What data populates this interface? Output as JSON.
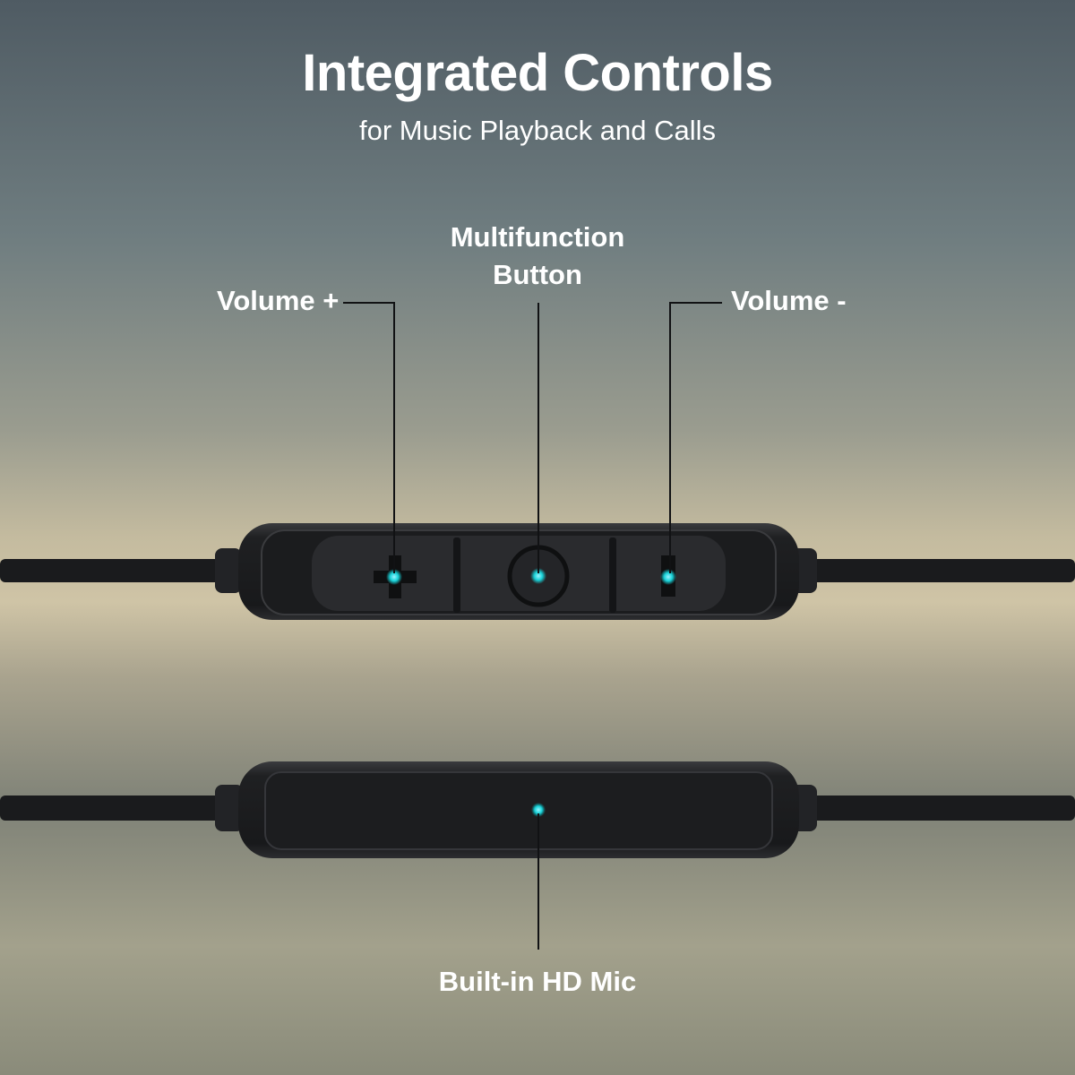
{
  "header": {
    "title": "Integrated Controls",
    "subtitle": "for Music Playback and Calls"
  },
  "callouts": {
    "volume_up": "Volume +",
    "multifunction_line1": "Multifunction",
    "multifunction_line2": "Button",
    "volume_down": "Volume -",
    "mic": "Built-in HD Mic"
  },
  "colors": {
    "accent_led": "#19d3d9",
    "remote_body": "#1c1d1f",
    "text": "#ffffff"
  },
  "icons": [
    "plus-icon",
    "circle-button-icon",
    "minus-icon",
    "mic-dot-icon"
  ]
}
